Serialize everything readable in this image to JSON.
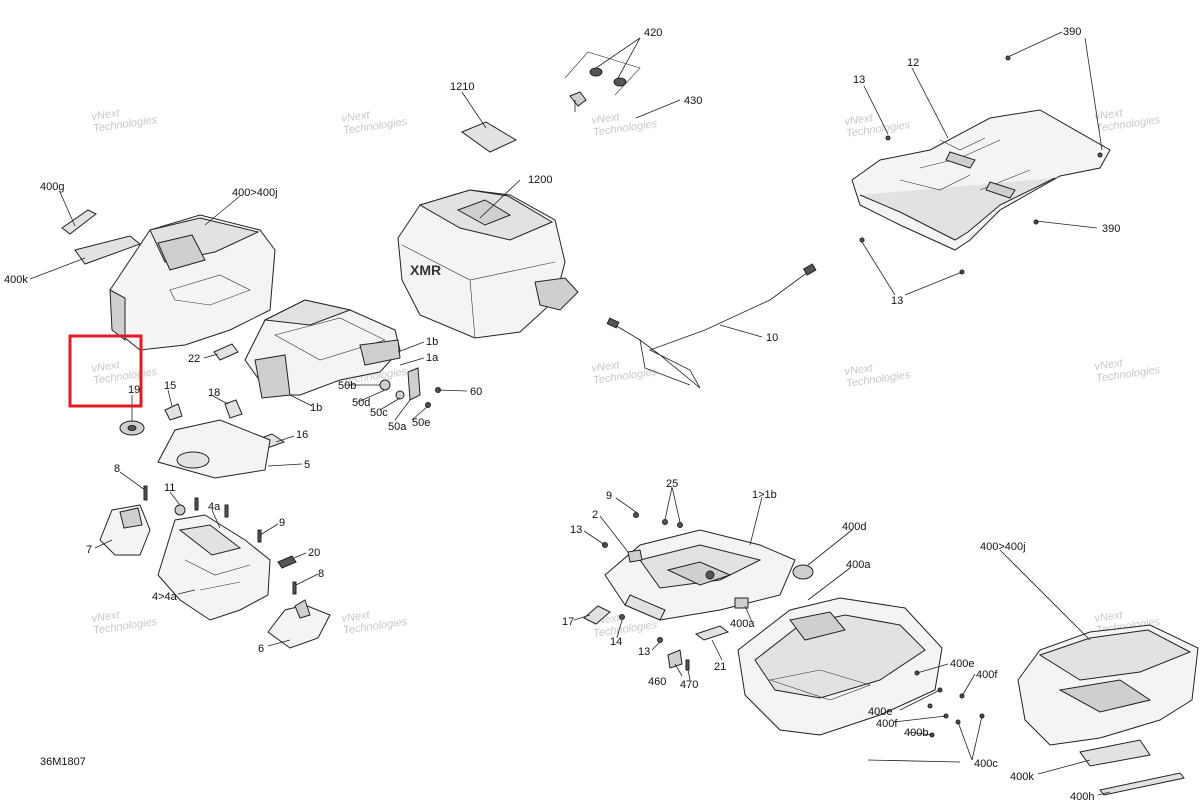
{
  "diagram_code": "36M1807",
  "watermark_text": [
    "vNext",
    "Technologies"
  ],
  "highlight_color": "#e01b24",
  "callouts": [
    {
      "id": "420",
      "text": "420"
    },
    {
      "id": "430",
      "text": "430"
    },
    {
      "id": "1210",
      "text": "1210"
    },
    {
      "id": "390a",
      "text": "390"
    },
    {
      "id": "390b",
      "text": "390"
    },
    {
      "id": "13a",
      "text": "13"
    },
    {
      "id": "12",
      "text": "12"
    },
    {
      "id": "13b",
      "text": "13"
    },
    {
      "id": "400g",
      "text": "400g"
    },
    {
      "id": "400j_left",
      "text": "400>400j"
    },
    {
      "id": "1200",
      "text": "1200"
    },
    {
      "id": "400k_left",
      "text": "400k"
    },
    {
      "id": "10",
      "text": "10"
    },
    {
      "id": "1b_top",
      "text": "1b"
    },
    {
      "id": "1a",
      "text": "1a"
    },
    {
      "id": "22",
      "text": "22"
    },
    {
      "id": "50b",
      "text": "50b"
    },
    {
      "id": "60",
      "text": "60"
    },
    {
      "id": "15",
      "text": "15"
    },
    {
      "id": "19",
      "text": "19"
    },
    {
      "id": "18",
      "text": "18"
    },
    {
      "id": "1b_bottom",
      "text": "1b"
    },
    {
      "id": "50d",
      "text": "50d"
    },
    {
      "id": "50c",
      "text": "50c"
    },
    {
      "id": "50e",
      "text": "50e"
    },
    {
      "id": "50a",
      "text": "50a"
    },
    {
      "id": "16",
      "text": "16"
    },
    {
      "id": "5",
      "text": "5"
    },
    {
      "id": "8a",
      "text": "8"
    },
    {
      "id": "11",
      "text": "11"
    },
    {
      "id": "4a",
      "text": "4a"
    },
    {
      "id": "7",
      "text": "7"
    },
    {
      "id": "9a",
      "text": "9"
    },
    {
      "id": "20",
      "text": "20"
    },
    {
      "id": "8b",
      "text": "8"
    },
    {
      "id": "4to4a",
      "text": "4>4a"
    },
    {
      "id": "6",
      "text": "6"
    },
    {
      "id": "25",
      "text": "25"
    },
    {
      "id": "9b",
      "text": "9"
    },
    {
      "id": "1to1b",
      "text": "1>1b"
    },
    {
      "id": "2",
      "text": "2"
    },
    {
      "id": "13c",
      "text": "13"
    },
    {
      "id": "400d",
      "text": "400d"
    },
    {
      "id": "400a_top",
      "text": "400a"
    },
    {
      "id": "400j_right",
      "text": "400>400j"
    },
    {
      "id": "17",
      "text": "17"
    },
    {
      "id": "14",
      "text": "14"
    },
    {
      "id": "400a_mid",
      "text": "400a"
    },
    {
      "id": "13d",
      "text": "13"
    },
    {
      "id": "21",
      "text": "21"
    },
    {
      "id": "460",
      "text": "460"
    },
    {
      "id": "470",
      "text": "470"
    },
    {
      "id": "400e_a",
      "text": "400e"
    },
    {
      "id": "400f_a",
      "text": "400f"
    },
    {
      "id": "400e_b",
      "text": "400e"
    },
    {
      "id": "400f_b",
      "text": "400f"
    },
    {
      "id": "400b",
      "text": "400b"
    },
    {
      "id": "400c",
      "text": "400c"
    },
    {
      "id": "400k_right",
      "text": "400k"
    },
    {
      "id": "400h",
      "text": "400h"
    }
  ]
}
